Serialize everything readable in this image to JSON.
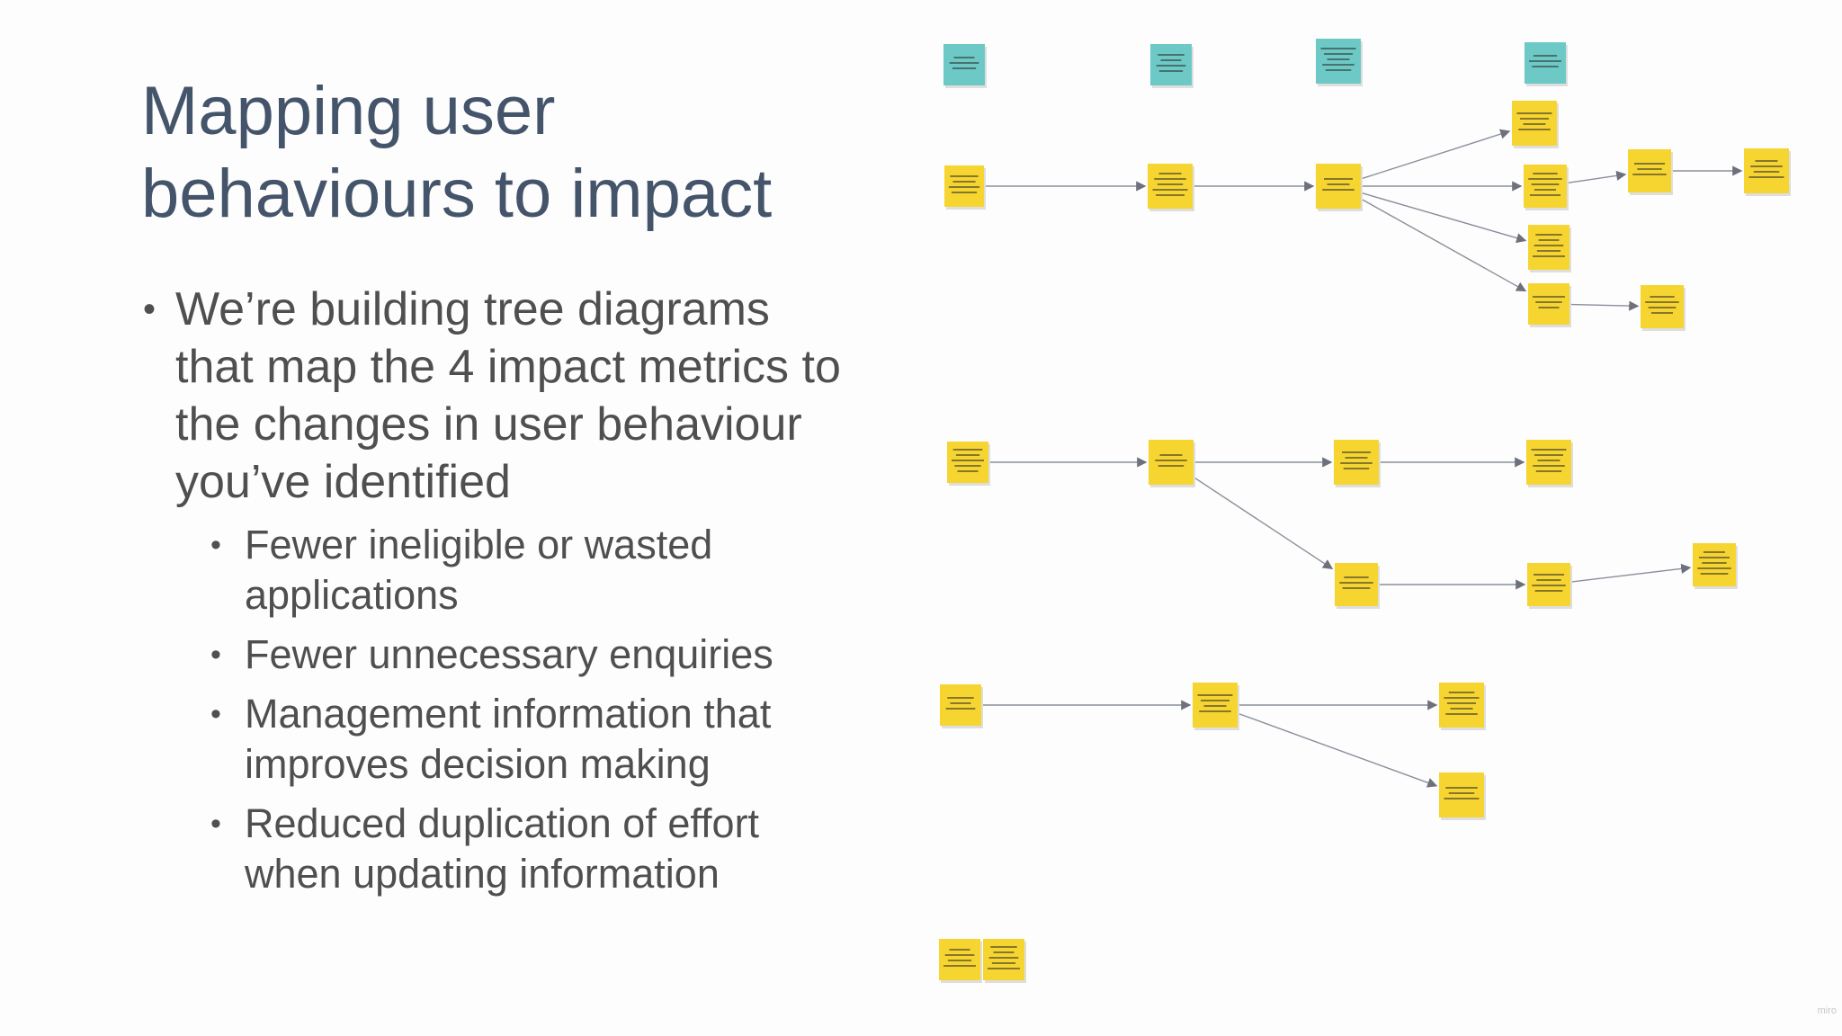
{
  "slide": {
    "title": "Mapping user behaviours to impact",
    "bullet_main": "We’re building tree diagrams that map the 4 impact metrics to the changes in user behaviour you’ve identified",
    "sub_bullets": [
      "Fewer ineligible or wasted applications",
      "Fewer unnecessary enquiries",
      "Management information that improves decision making",
      "Reduced duplication of effort when updating information"
    ]
  },
  "board": {
    "colors": {
      "sticky_yellow": "#f7d531",
      "sticky_teal": "#6cc9c6",
      "connector": "#8a8e9a",
      "ink": "#2a2a2a"
    },
    "watermark": "miro"
  }
}
